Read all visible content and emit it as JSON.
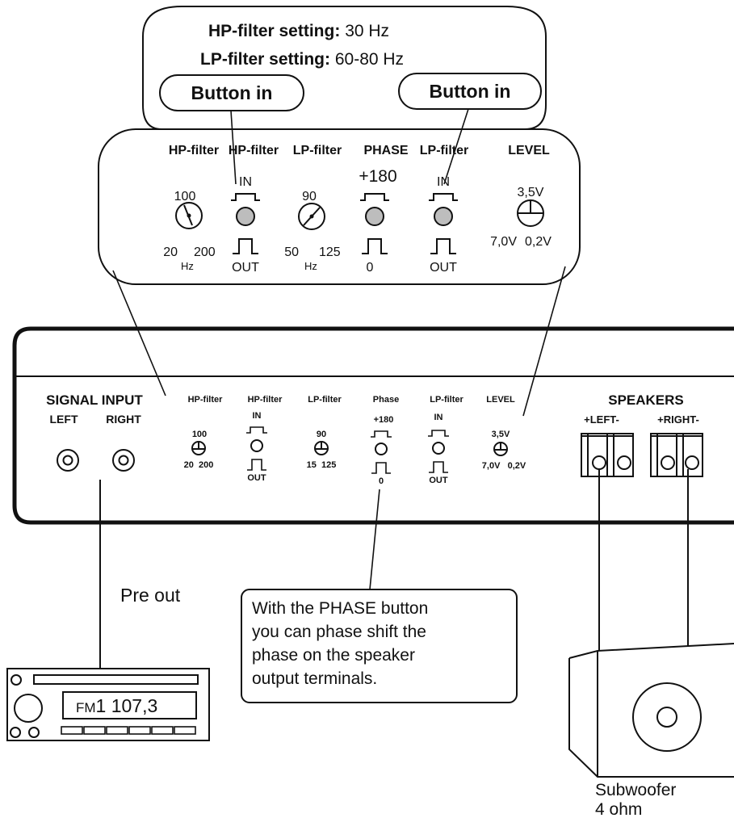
{
  "callout_settings": {
    "hp_label": "HP-filter setting:",
    "hp_value": "30 Hz",
    "lp_label": "LP-filter setting:",
    "lp_value": "60-80 Hz",
    "button_left": "Button in",
    "button_right": "Button in"
  },
  "zoom_panel": {
    "col_hp_filter": "HP-filter",
    "col_hp_switch": "HP-filter",
    "col_lp_filter": "LP-filter",
    "col_phase": "PHASE",
    "col_lp_switch": "LP-filter",
    "col_level": "LEVEL",
    "hp_knob_top": "100",
    "hp_knob_min": "20",
    "hp_knob_max": "200",
    "hp_knob_unit": "Hz",
    "hp_switch_in": "IN",
    "hp_switch_out": "OUT",
    "lp_knob_top": "90",
    "lp_knob_min": "50",
    "lp_knob_max": "125",
    "lp_knob_unit": "Hz",
    "phase_top": "+180",
    "phase_bottom": "0",
    "lp_switch_in": "IN",
    "lp_switch_out": "OUT",
    "level_top": "3,5V",
    "level_min": "7,0V",
    "level_max": "0,2V"
  },
  "amp_panel": {
    "signal_input_title": "SIGNAL INPUT",
    "left_label": "LEFT",
    "right_label": "RIGHT",
    "hp_filter_label": "HP-filter",
    "hp_knob_top": "100",
    "hp_knob_range": "20  200",
    "hp_switch_label": "HP-filter",
    "hp_switch_in": "IN",
    "hp_switch_out": "OUT",
    "lp_filter_label": "LP-filter",
    "lp_knob_top": "90",
    "lp_knob_range": "15  125",
    "phase_label": "Phase",
    "phase_top": "+180",
    "phase_bottom": "0",
    "lp_switch_label": "LP-filter",
    "lp_switch_in": "IN",
    "lp_switch_out": "OUT",
    "level_label": "LEVEL",
    "level_top": "3,5V",
    "level_range": "7,0V   0,2V",
    "speakers_title": "SPEAKERS",
    "speakers_left": "+LEFT-",
    "speakers_right": "+RIGHT-"
  },
  "radio": {
    "label": "Pre out",
    "display_band": "FM",
    "display_freq": "1 107,3"
  },
  "phase_note": {
    "line1": "With the PHASE button",
    "line2": "you can phase shift the",
    "line3": "phase on the speaker",
    "line4": "output terminals."
  },
  "subwoofer": {
    "name": "Subwoofer",
    "impedance": "4 ohm"
  }
}
